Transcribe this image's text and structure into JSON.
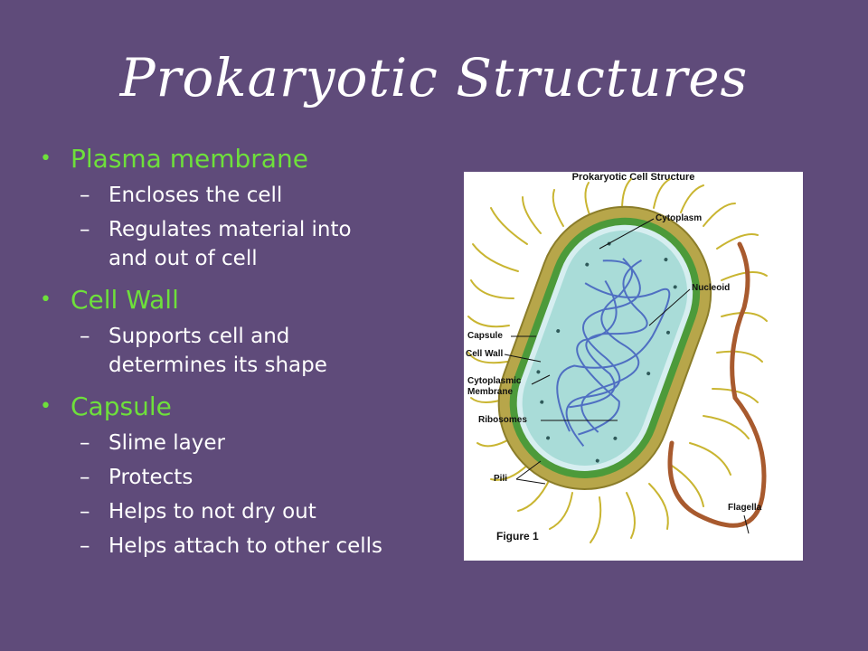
{
  "slide": {
    "title": "Prokaryotic Structures",
    "sections": [
      {
        "heading": "Plasma membrane",
        "items": [
          "Encloses the cell",
          "Regulates material into",
          "and out of cell"
        ]
      },
      {
        "heading": "Cell Wall",
        "items": [
          "Supports cell and",
          "determines its shape"
        ]
      },
      {
        "heading": "Capsule",
        "items": [
          "Slime layer",
          "Protects",
          "Helps to not dry out",
          "Helps attach to other cells"
        ]
      }
    ]
  },
  "figure": {
    "title": "Prokaryotic Cell Structure",
    "caption": "Figure 1",
    "labels": {
      "cytoplasm": "Cytoplasm",
      "nucleoid": "Nucleoid",
      "capsule": "Capsule",
      "cell_wall": "Cell Wall",
      "cyto_membrane_1": "Cytoplasmic",
      "cyto_membrane_2": "Membrane",
      "ribosomes": "Ribosomes",
      "pili": "Pili",
      "flagella": "Flagella"
    }
  },
  "colors": {
    "background": "#5f4b7a",
    "heading": "#6ee03b",
    "text": "#ffffff"
  }
}
